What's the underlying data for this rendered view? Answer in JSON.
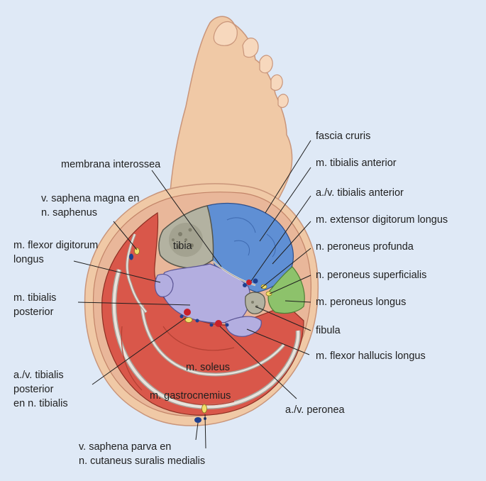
{
  "labels": {
    "fascia_cruris": "fascia cruris",
    "tibialis_anterior": "m. tibialis anterior",
    "av_tibialis_anterior": "a./v. tibialis anterior",
    "ext_digitorum_longus": "m. extensor digitorum longus",
    "peroneus_profunda": "n. peroneus profunda",
    "peroneus_superficialis": "n. peroneus superficialis",
    "peroneus_longus": "m. peroneus longus",
    "fibula": "fibula",
    "flexor_hallucis_longus": "m. flexor hallucis longus",
    "av_peronea": "a./v. peronea",
    "membrana_interossea": "membrana interossea",
    "saphena_magna_1": "v. saphena magna en",
    "saphena_magna_2": "n. saphenus",
    "flexor_dig_1": "m. flexor digitorum",
    "flexor_dig_2": "longus",
    "tib_post_1": "m. tibialis",
    "tib_post_2": "posterior",
    "av_tib_post_1": "a./v. tibialis",
    "av_tib_post_2": "posterior",
    "av_tib_post_3": "en n. tibialis",
    "saphena_parva_1": "v. saphena parva en",
    "saphena_parva_2": "n. cutaneus suralis medialis",
    "tibia": "tibia",
    "soleus": "m. soleus",
    "gastrocnemius": "m. gastrocnemius"
  },
  "colors": {
    "background": "#dfe9f6",
    "skin": "#f0c9a6",
    "muscle": "#d9574a",
    "anterior_muscle": "#5f8fd4",
    "deep_muscle": "#b3aee0",
    "peroneus_muscle": "#8dc26b",
    "bone": "#b3b2a1",
    "artery": "#c8202b",
    "vein": "#1f3f8f",
    "nerve": "#f3df6a"
  }
}
